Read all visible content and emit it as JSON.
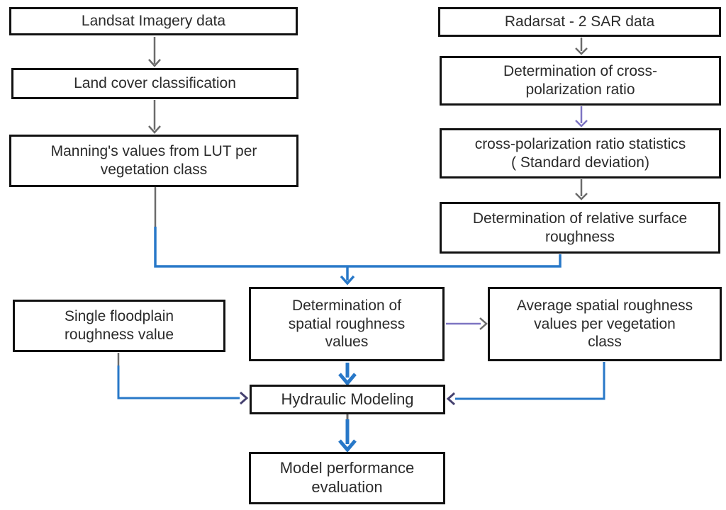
{
  "diagram": {
    "type": "flowchart",
    "nodes": {
      "landsat": {
        "label": "Landsat Imagery data"
      },
      "land_cover": {
        "label": "Land cover classification"
      },
      "manning": {
        "label": "Manning's values from LUT per\nvegetation class"
      },
      "radarsat": {
        "label": "Radarsat - 2 SAR data"
      },
      "cross_pol": {
        "label": "Determination of cross-\npolarization ratio"
      },
      "cross_pol_stats": {
        "label": "cross-polarization ratio statistics\n( Standard deviation)"
      },
      "rel_roughness": {
        "label": "Determination of relative surface\nroughness"
      },
      "single_floodplain": {
        "label": "Single floodplain\nroughness value"
      },
      "spatial_roughness": {
        "label": "Determination of\nspatial roughness\nvalues"
      },
      "avg_spatial": {
        "label": "Average spatial roughness\nvalues per vegetation\nclass"
      },
      "hydraulic": {
        "label": "Hydraulic Modeling"
      },
      "model_perf": {
        "label": "Model performance\nevaluation"
      }
    },
    "edges": [
      {
        "from": "landsat",
        "to": "land_cover",
        "color_key": "arrow_gray"
      },
      {
        "from": "land_cover",
        "to": "manning",
        "color_key": "arrow_gray"
      },
      {
        "from": "radarsat",
        "to": "cross_pol",
        "color_key": "arrow_gray"
      },
      {
        "from": "cross_pol",
        "to": "cross_pol_stats",
        "color_key": "arrow_purple"
      },
      {
        "from": "cross_pol_stats",
        "to": "rel_roughness",
        "color_key": "arrow_gray"
      },
      {
        "from": "manning + rel_roughness (merged)",
        "to": "spatial_roughness",
        "color_key": "arrow_blue"
      },
      {
        "from": "spatial_roughness",
        "to": "avg_spatial",
        "color_key": "arrow_purple"
      },
      {
        "from": "single_floodplain",
        "to": "hydraulic",
        "color_key": "arrow_blue"
      },
      {
        "from": "avg_spatial",
        "to": "hydraulic",
        "color_key": "arrow_blue"
      },
      {
        "from": "spatial_roughness",
        "to": "hydraulic",
        "color_key": "arrow_blue"
      },
      {
        "from": "hydraulic",
        "to": "model_perf",
        "color_key": "arrow_blue"
      }
    ],
    "colors": {
      "box_border": "#111111",
      "box_fill": "#ffffff",
      "text": "#2b2b2b",
      "arrow_gray": "#6b6b6b",
      "arrow_blue": "#2878c8",
      "arrow_purple": "#7d74c2",
      "arrowhead_dark": "#45416f"
    }
  }
}
